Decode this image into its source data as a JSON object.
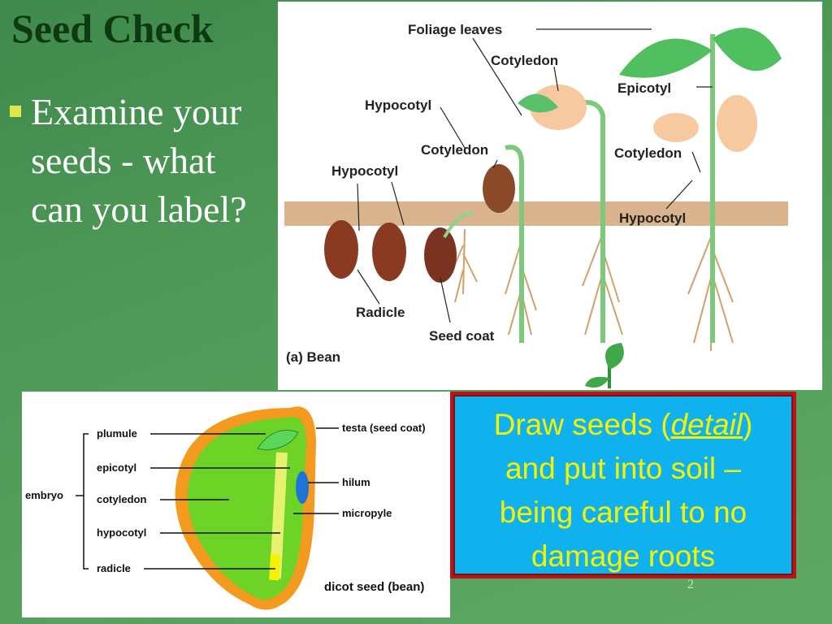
{
  "slide": {
    "title": "Seed Check",
    "bullet_text": "Examine your seeds - what can you label?",
    "callout": {
      "line1_pre": "Draw seeds (",
      "line1_em": "detail",
      "line1_post": ")",
      "line2": "and put into soil –",
      "line3": "being careful to no",
      "line4": "damage roots"
    },
    "page_number": "2"
  },
  "bean_diagram": {
    "labels": {
      "foliage_leaves": "Foliage leaves",
      "cotyledon_top": "Cotyledon",
      "hypocotyl_top": "Hypocotyl",
      "cotyledon_mid": "Cotyledon",
      "hypocotyl_left": "Hypocotyl",
      "epicotyl": "Epicotyl",
      "cotyledon_right": "Cotyledon",
      "hypocotyl_right": "Hypocotyl",
      "radicle": "Radicle",
      "seed_coat": "Seed coat",
      "caption": "(a) Bean"
    }
  },
  "seed_diagram": {
    "labels": {
      "embryo": "embryo",
      "plumule": "plumule",
      "epicotyl": "epicotyl",
      "cotyledon": "cotyledon",
      "hypocotyl": "hypocotyl",
      "radicle": "radicle",
      "testa": "testa (seed coat)",
      "hilum": "hilum",
      "micropyle": "micropyle",
      "caption": "dicot seed (bean)"
    }
  },
  "colors": {
    "background": "#4f9a58",
    "title": "#0d3a12",
    "callout_bg": "#0fb2ee",
    "callout_text": "#f4f400",
    "callout_border": "#b4161d"
  }
}
